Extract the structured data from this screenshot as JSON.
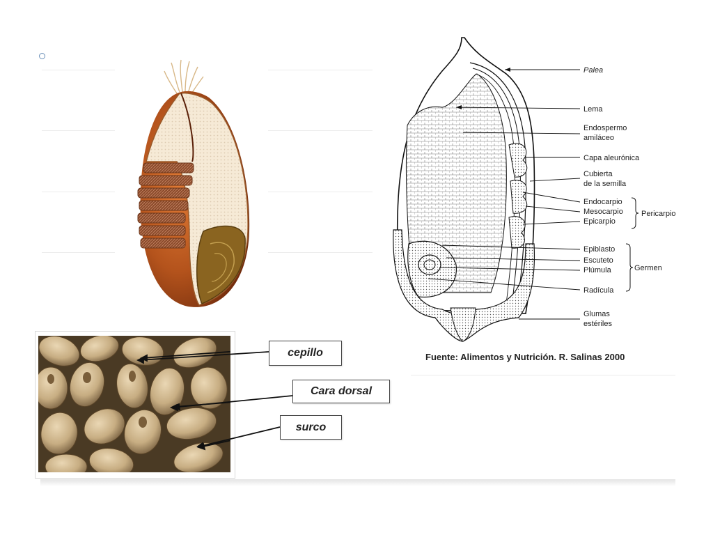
{
  "diagram": {
    "labels": {
      "palea": "Palea",
      "lema": "Lema",
      "endospermo_1": "Endospermo",
      "endospermo_2": "amiláceo",
      "capa_aleuronica": "Capa aleurónica",
      "cubierta_1": "Cubierta",
      "cubierta_2": "de la semilla",
      "endocarpio": "Endocarpio",
      "mesocarpio": "Mesocarpio",
      "epicarpio": "Epicarpio",
      "pericarpio": "Pericarpio",
      "epiblasto": "Epiblasto",
      "escuteto": "Escuteto",
      "plumula": "Plúmula",
      "radicula": "Radícula",
      "germen": "Germen",
      "glumas_1": "Glumas",
      "glumas_2": "estériles"
    },
    "source": "Fuente: Alimentos y Nutrición. R. Salinas 2000"
  },
  "photo_callouts": {
    "cepillo": "cepillo",
    "cara_dorsal": "Cara dorsal",
    "surco": "surco"
  },
  "colors": {
    "kernel_orange": "#b4531c",
    "kernel_dark": "#7a2f0d",
    "endosperm": "#f6ead6",
    "germ": "#8a6420",
    "photo_bg": "#4a3a24",
    "grain": "#c7ad82"
  }
}
